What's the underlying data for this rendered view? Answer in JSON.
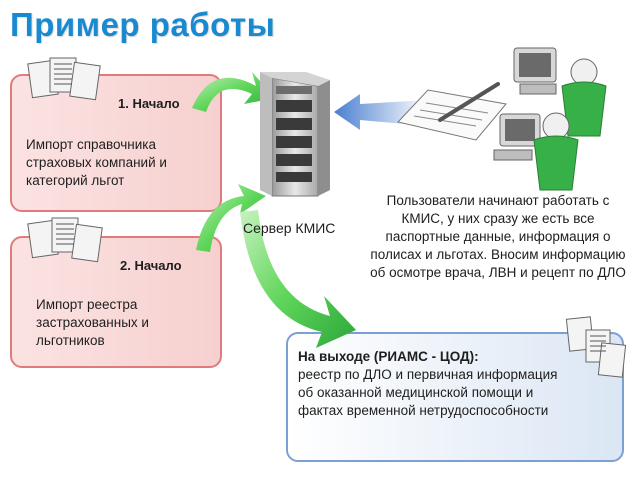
{
  "title": "Пример работы",
  "step1": {
    "label": "1. Начало",
    "text": "Импорт справочника страховых компаний и категорий льгот"
  },
  "step2": {
    "label": "2. Начало",
    "text": "Импорт реестра застрахованных и льготников"
  },
  "server": {
    "label": "Сервер КМИС"
  },
  "users": {
    "text": "Пользователи начинают работать с КМИС, у них сразу же есть все паспортные данные, информация о полисах и льготах. Вносим информацию об осмотре врача, ЛВН и рецепт по ДЛО"
  },
  "output": {
    "title": "На выходе (РИАМС - ЦОД):",
    "text": "реестр по ДЛО и первичная информация об оказанной медицинской помощи и фактах временной нетрудоспособности"
  },
  "colors": {
    "title": "#1a8ad0",
    "pink_box": "#f6d0cf",
    "blue_box": "#dbe6f4",
    "green_arrow": "#3fbf4a",
    "blue_arrow": "#5b8fd6"
  }
}
